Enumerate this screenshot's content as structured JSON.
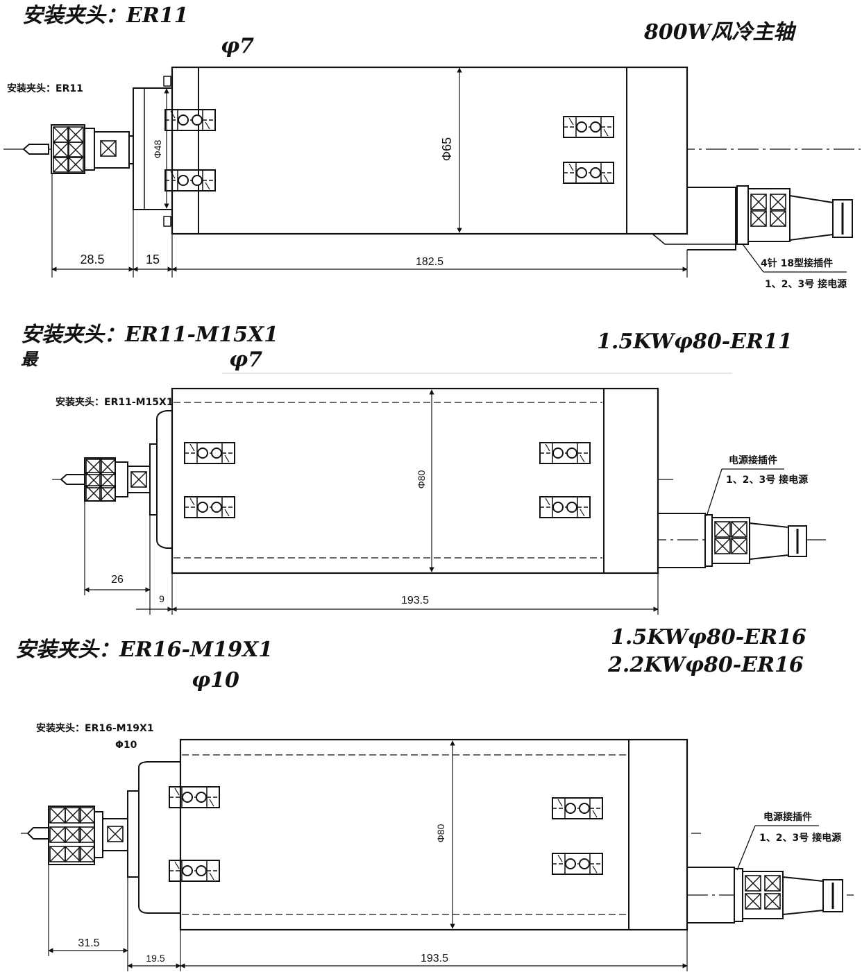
{
  "sections": [
    {
      "mount_label": "安装夹头：ER11",
      "collet_size": "φ7",
      "model": "800W风冷主轴",
      "small_label": "安装夹头：ER11",
      "diameter": "Φ65",
      "flange_diameter": "Φ48",
      "dims": [
        "28.5",
        "15",
        "182.5"
      ],
      "connector_note_1": "4针 18型接插件",
      "connector_note_2": "1、2、3号  接电源"
    },
    {
      "mount_label": "安装夹头：ER11-M15X1",
      "extra_char": "最",
      "collet_size": "φ7",
      "model": "1.5KWφ80-ER11",
      "small_label": "安装夹头：ER11-M15X1",
      "diameter": "Φ80",
      "dims": [
        "26",
        "9",
        "193.5"
      ],
      "connector_note_1": "电源接插件",
      "connector_note_2": "1、2、3号  接电源"
    },
    {
      "mount_label": "安装夹头：ER16-M19X1",
      "collet_size": "φ10",
      "model_1": "1.5KWφ80-ER16",
      "model_2": "2.2KWφ80-ER16",
      "small_label": "安装夹头：ER16-M19X1",
      "small_label_2": "Φ10",
      "diameter": "Φ80",
      "dims": [
        "31.5",
        "19.5",
        "193.5"
      ],
      "connector_note_1": "电源接插件",
      "connector_note_2": "1、2、3号  接电源"
    }
  ],
  "colors": {
    "line": "#111111",
    "background": "#ffffff"
  }
}
